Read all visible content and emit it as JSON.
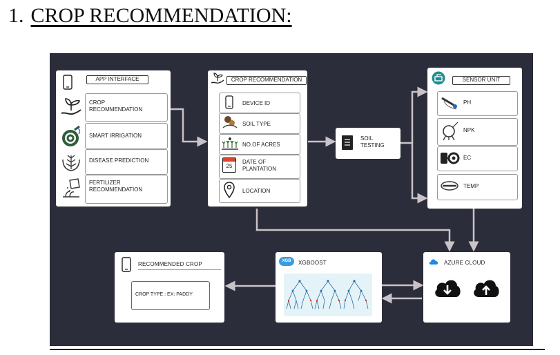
{
  "heading": {
    "number": "1.",
    "text": "CROP RECOMMENDATION:"
  },
  "app_interface": {
    "title": "APP INTERFACE",
    "items": [
      {
        "label": "CROP\nRECOMMENDATION"
      },
      {
        "label": "SMART IRRIGATION"
      },
      {
        "label": "DISEASE PREDICTION"
      },
      {
        "label": "FERTILIZER\nRECOMMENDATION"
      }
    ]
  },
  "crop_recommendation": {
    "title": "CROP RECOMMENDATION",
    "fields": [
      {
        "label": "DEVICE ID"
      },
      {
        "label": "SOIL TYPE"
      },
      {
        "label": "NO.OF ACRES"
      },
      {
        "label": "DATE OF\nPLANTATION"
      },
      {
        "label": "LOCATION"
      }
    ],
    "calendar_day": "25"
  },
  "soil_testing": {
    "label": "SOIL\nTESTING"
  },
  "sensor_unit": {
    "title": "SENSOR UNIT",
    "sensors": [
      {
        "label": "PH"
      },
      {
        "label": "NPK"
      },
      {
        "label": "EC"
      },
      {
        "label": "TEMP"
      }
    ]
  },
  "azure_cloud": {
    "title": "AZURE CLOUD"
  },
  "xgboost": {
    "title": "XGBOOST",
    "icon_text": "XGB"
  },
  "recommended_crop": {
    "title": "RECOMMENDED CROP",
    "result": "CROP TYPE : EX: PADDY"
  },
  "colors": {
    "background": "#2c2d3a",
    "connector": "#c9c3c8",
    "accent": "#1e88e5"
  }
}
